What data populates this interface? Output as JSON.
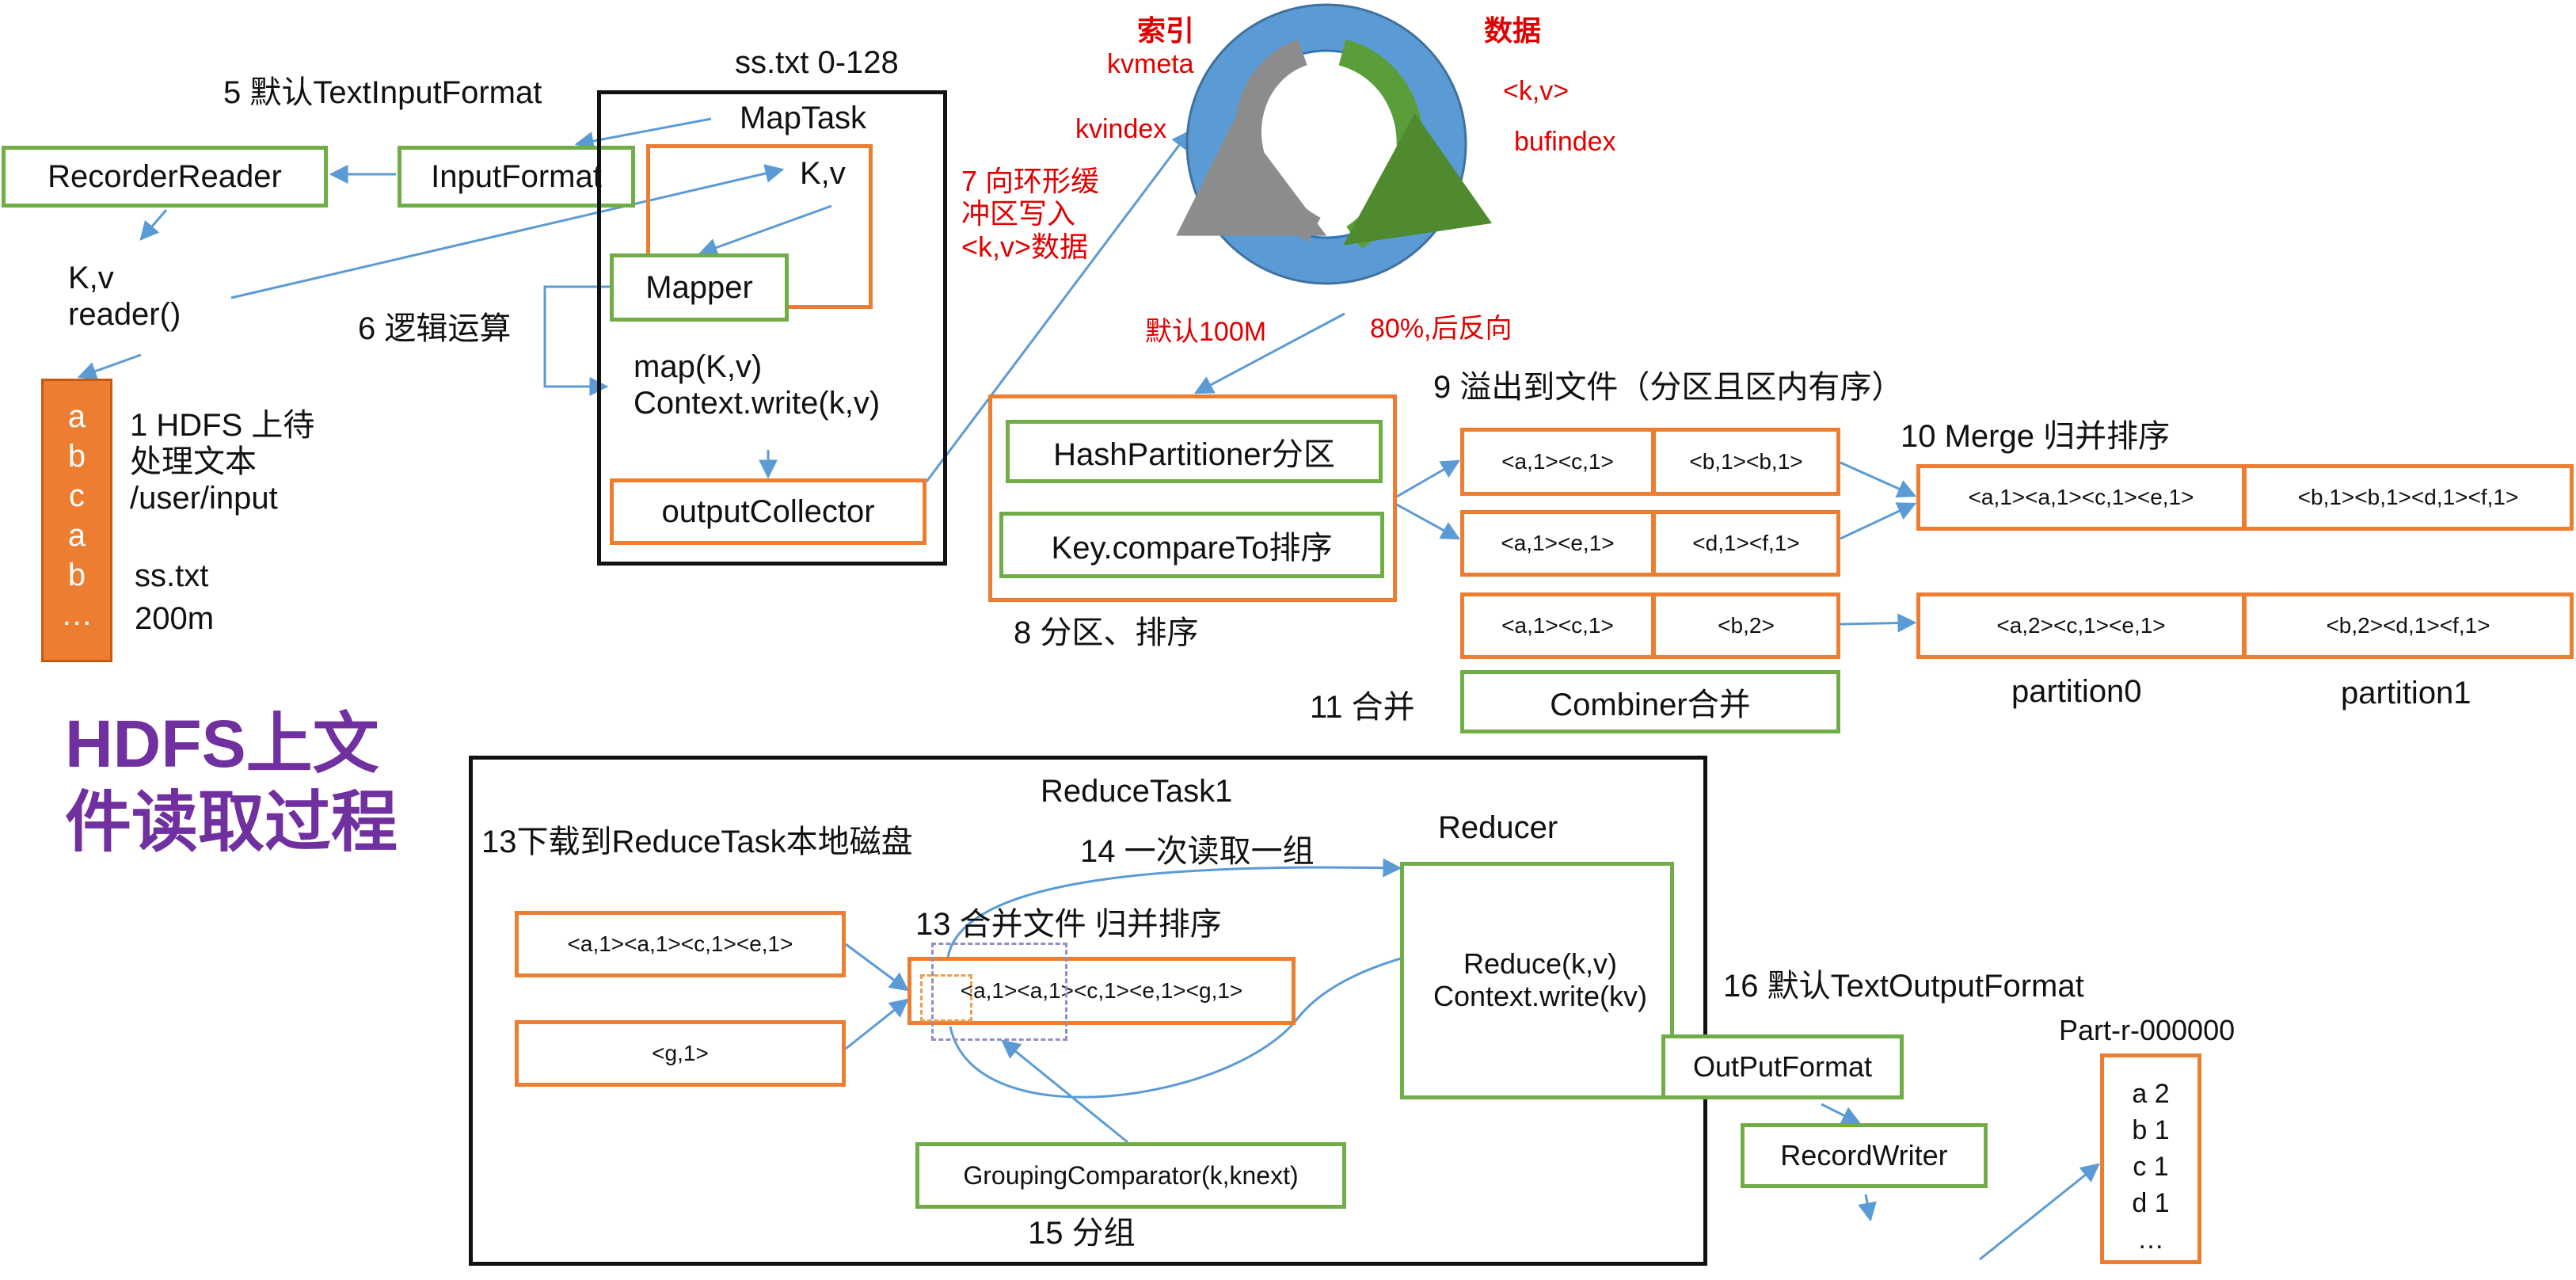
{
  "hdfs_input": {
    "file_content": "a\nb\nc\na\nb\n…",
    "label": "1 HDFS 上待\n处理文本\n/user/input",
    "file_name": "ss.txt",
    "file_size": "200m"
  },
  "diagram_title": "HDFS上文件读取过程",
  "map_task": {
    "split_label": "ss.txt 0-128",
    "title": "MapTask",
    "kv": "K,v",
    "mapper": "Mapper",
    "map_call": "map(K,v)\nContext.write(k,v)",
    "output_collector": "outputCollector",
    "input_format": "InputFormat",
    "recorder_reader": "RecorderReader",
    "reader_kv": "K,v\nreader()"
  },
  "steps": {
    "s5": "5 默认TextInputFormat",
    "s6": "6 逻辑运算",
    "s7": "7 向环形缓\n冲区写入\n<k,v>数据",
    "s8": "8 分区、排序",
    "s9": "9 溢出到文件（分区且区内有序）",
    "s10": "10 Merge 归并排序",
    "s11": "11 合并",
    "s13a": "13下载到ReduceTask本地磁盘",
    "s13b": "13 合并文件 归并排序",
    "s14": "14 一次读取一组",
    "s15": "15 分组",
    "s16": "16 默认TextOutputFormat"
  },
  "ring_buffer": {
    "index_label": "索引",
    "kvmeta": "kvmeta",
    "kvindex": "kvindex",
    "data_label": "数据",
    "kv": "<k,v>",
    "bufindex": "bufindex",
    "default_size": "默认100M",
    "threshold": "80%,后反向"
  },
  "partition_sort": {
    "partitioner": "HashPartitioner分区",
    "sorter": "Key.compareTo排序"
  },
  "spill_files": [
    {
      "left": "<a,1><c,1>",
      "right": "<b,1><b,1>"
    },
    {
      "left": "<a,1><e,1>",
      "right": "<d,1><f,1>"
    },
    {
      "left": "<a,1><c,1>",
      "right": "<b,2>"
    }
  ],
  "combiner": "Combiner合并",
  "merged": [
    {
      "left": "<a,1><a,1><c,1><e,1>",
      "right": "<b,1><b,1><d,1><f,1>"
    },
    {
      "left": "<a,2><c,1><e,1>",
      "right": "<b,2><d,1><f,1>"
    }
  ],
  "partition_labels": {
    "p0": "partition0",
    "p1": "partition1"
  },
  "reduce_task": {
    "title": "ReduceTask1",
    "download_1": "<a,1><a,1><c,1><e,1>",
    "download_2": "<g,1>",
    "merged_file": "<a,1><a,1><c,1><e,1><g,1>",
    "grouping": "GroupingComparator(k,knext)",
    "reducer_label": "Reducer",
    "reduce_call": "Reduce(k,v)\nContext.write(kv)",
    "output_format": "OutPutFormat",
    "record_writer": "RecordWriter"
  },
  "output_file": {
    "name": "Part-r-000000",
    "content": "a 2\nb 1\nc 1\nd 1\n…"
  },
  "colors": {
    "green_border": "#70ad47",
    "orange_border": "#ed7d31",
    "arrow_blue": "#5b9bd5",
    "ring_blue": "#5b9bd5",
    "ring_inner": "#2e75b6",
    "red_text": "#e00000",
    "title_purple": "#7030a0"
  }
}
